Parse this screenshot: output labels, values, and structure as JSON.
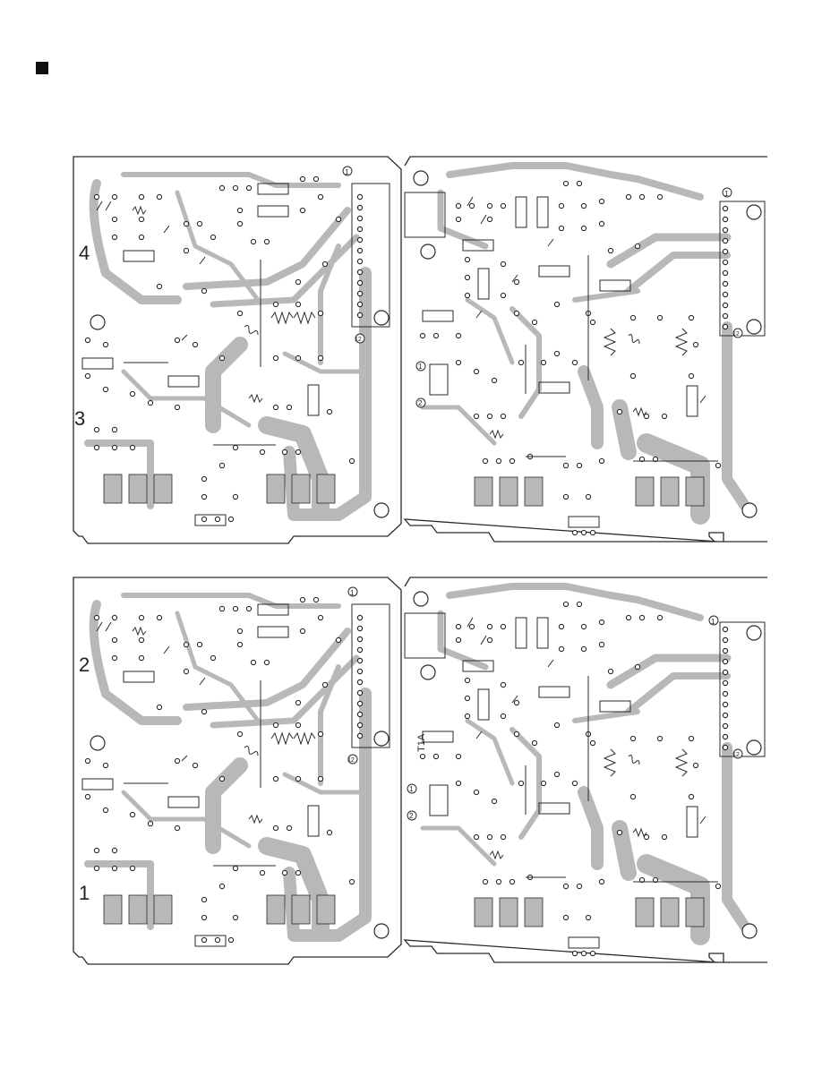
{
  "header": {
    "marker_icon": "solid-square-icon"
  },
  "colors": {
    "trace": "#b8b8b8",
    "outline": "#2a2a2a",
    "pad": "#ffffff",
    "ink": "#222222"
  },
  "boards": [
    {
      "id": "top-left",
      "labels": [
        "4",
        "3"
      ],
      "connector_pins": [
        "1",
        "12"
      ]
    },
    {
      "id": "top-right",
      "labels": [],
      "connector_pins": [
        "1",
        "12"
      ],
      "jumper_pins": [
        "1",
        "2"
      ]
    },
    {
      "id": "bottom-left",
      "labels": [
        "2",
        "1"
      ],
      "connector_pins": [
        "1",
        "12"
      ]
    },
    {
      "id": "bottom-right",
      "labels": [
        "T1A"
      ],
      "connector_pins": [
        "1",
        "12"
      ],
      "jumper_pins": [
        "1",
        "2"
      ]
    }
  ]
}
